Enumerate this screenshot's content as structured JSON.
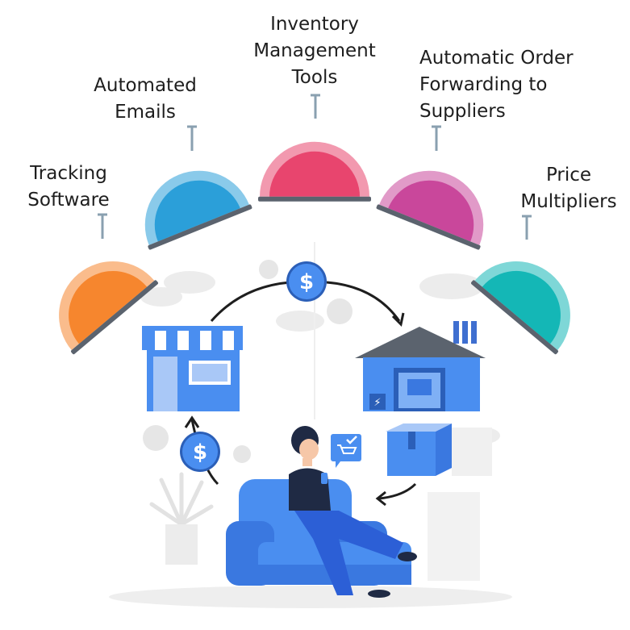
{
  "features": [
    {
      "id": "tracking",
      "lines": [
        "Tracking",
        "Software"
      ],
      "color": "#f6862e"
    },
    {
      "id": "emails",
      "lines": [
        "Automated",
        "Emails"
      ],
      "color": "#2b9fd9"
    },
    {
      "id": "inventory",
      "lines": [
        "Inventory",
        "Management",
        "Tools"
      ],
      "color": "#e8456e"
    },
    {
      "id": "forwarding",
      "lines": [
        "Automatic Order",
        "Forwarding to",
        "Suppliers"
      ],
      "color": "#c9479b"
    },
    {
      "id": "price",
      "lines": [
        "Price",
        "Multipliers"
      ],
      "color": "#14b7b6"
    }
  ],
  "icons": {
    "currency": "$",
    "store": "store-icon",
    "warehouse": "warehouse-icon",
    "box": "package-box-icon",
    "cart": "cart-check-icon",
    "person": "person-on-sofa-icon",
    "plant": "plant-icon"
  },
  "colors": {
    "accent_blue": "#4a8ef0",
    "light_blue": "#a9c8f7",
    "dark_text": "#1e1e1e",
    "arrow": "#1e1e1e",
    "grey": "#e3e3e3"
  }
}
